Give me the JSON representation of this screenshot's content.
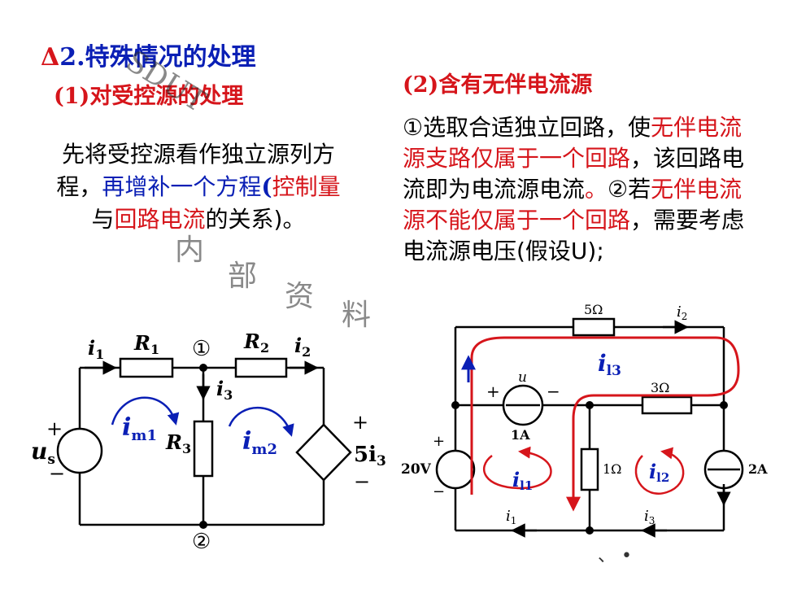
{
  "slide": {
    "title_delta": "Δ",
    "title_rest": "2.特殊情况的处理",
    "sub1": "(1)对受控源的处理",
    "sub2": "(2)含有无伴电流源"
  },
  "left_text": {
    "p1": "先将受控源看作独立源列方程，",
    "p2": "再增补一个方程",
    "p3": "(",
    "p4": "控制量",
    "p5": "与",
    "p6": "回路电流",
    "p7": "的关系)。"
  },
  "right_text": {
    "r1": "①选取合适独立回路，使",
    "r2": "无伴电流源支路仅属于一个回路",
    "r3": "，该回路电流即为电流源电流",
    "r4": "。",
    "r5": "②若",
    "r6": "无伴电流源不能仅属于一个回路",
    "r7": "，需要考虑电流源电压(假设U);"
  },
  "watermark": {
    "w1": "SDUT",
    "w2": "内",
    "w3": "部",
    "w4": "资",
    "w5": "料"
  },
  "circuit_left": {
    "i1": "i",
    "i1_sub": "1",
    "R1": "R",
    "R1_sub": "1",
    "node1": "①",
    "R2": "R",
    "R2_sub": "2",
    "i2": "i",
    "i2_sub": "2",
    "i3": "i",
    "i3_sub": "3",
    "R3": "R",
    "R3_sub": "3",
    "im1": "i",
    "im1_sub": "m1",
    "im2": "i",
    "im2_sub": "m2",
    "us": "u",
    "us_sub": "s",
    "plus": "+",
    "minus": "−",
    "dep": "5i",
    "dep_sub": "3",
    "node2": "②"
  },
  "circuit_right": {
    "r5": "5Ω",
    "i2": "i",
    "i2_sub": "2",
    "il3": "i",
    "il3_sub": "l3",
    "u": "u",
    "plus": "+",
    "minus": "−",
    "r3": "3Ω",
    "src1a": "1A",
    "v20": "20V",
    "il1": "i",
    "il1_sub": "l1",
    "r1": "1Ω",
    "il2": "i",
    "il2_sub": "l2",
    "src2a": "2A",
    "i1": "i",
    "i1_sub": "1",
    "i3": "i",
    "i3_sub": "3",
    "dots": "、 •"
  },
  "colors": {
    "blue": "#0a1fb5",
    "red": "#d6151b"
  }
}
